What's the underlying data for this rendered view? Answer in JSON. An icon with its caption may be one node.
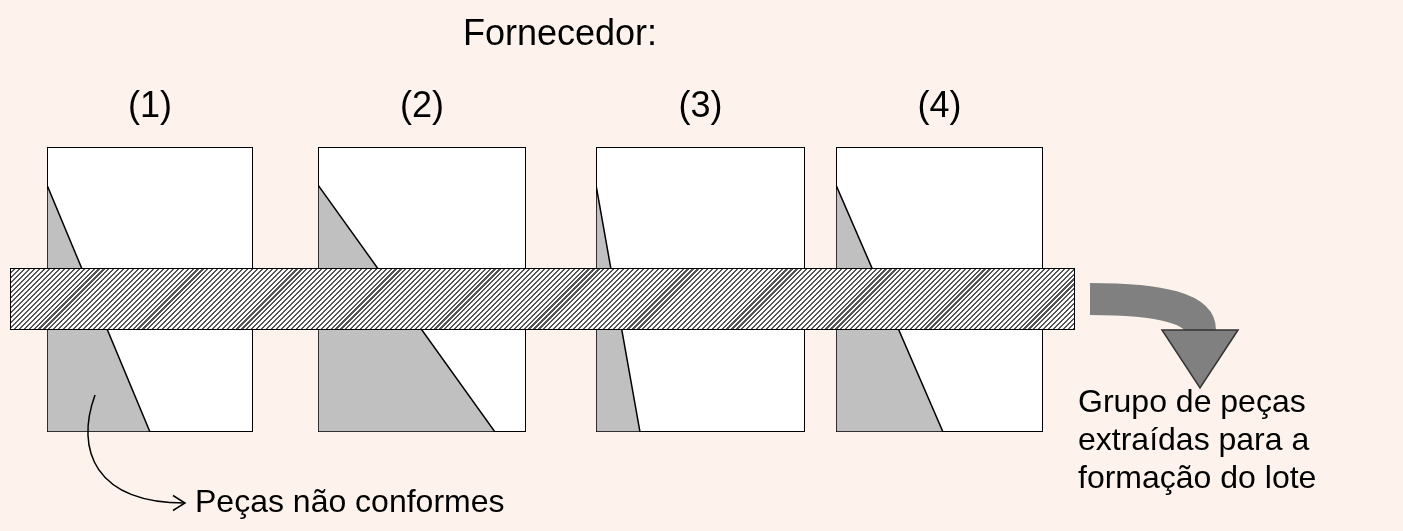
{
  "diagram": {
    "title": "Fornecedor:",
    "nodes": [
      {
        "text": [
          "(1)"
        ]
      },
      {
        "text": [
          "(2)"
        ]
      },
      {
        "text": [
          "(3)"
        ]
      },
      {
        "text": [
          "(4)"
        ]
      },
      {
        "text": [],
        "shape": "bar"
      },
      {
        "text": [],
        "shape": "triangle",
        "in": 0
      },
      {
        "text": [
          "Peças não conformes"
        ]
      },
      {
        "text": [
          "Grupo de peças extraídas para a formação do lote"
        ]
      },
      {
        "text": [],
        "shape": "triangle",
        "in": 1
      },
      {
        "text": [],
        "shape": "triangle",
        "in": 2
      },
      {
        "text": [],
        "shape": "triangle",
        "in": 3
      }
    ],
    "edges": [
      {
        "from": 5,
        "to": 6,
        "arrow": "to"
      },
      {
        "from": 4,
        "to": 7,
        "arrow": "to",
        "style": "thick",
        "color": "#808080"
      }
    ]
  }
}
